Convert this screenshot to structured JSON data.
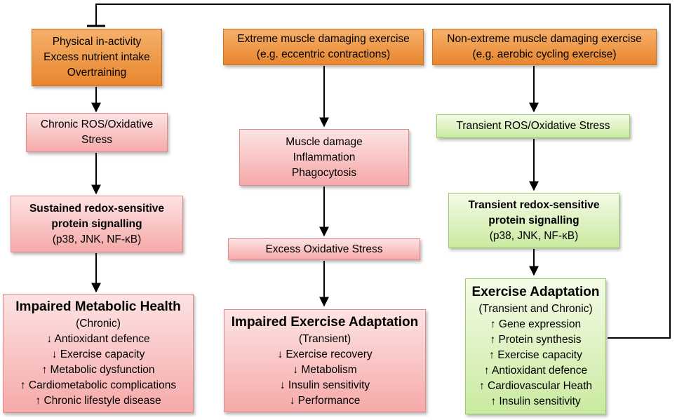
{
  "col1": {
    "causes": [
      "Physical in-activity",
      "Excess nutrient intake",
      "Overtraining"
    ],
    "stress": [
      "Chronic ROS/Oxidative",
      "Stress"
    ],
    "signalling": {
      "lines": [
        "Sustained redox-sensitive",
        "protein signalling"
      ],
      "sub": "(p38, JNK, NF-κB)"
    },
    "outcome": {
      "title": "Impaired Metabolic Health",
      "sub": "(Chronic)",
      "items": [
        "↓ Antioxidant defence",
        "↓ Exercise capacity",
        "↑ Metabolic dysfunction",
        "↑ Cardiometabolic complications",
        "↑ Chronic lifestyle disease"
      ]
    }
  },
  "col2": {
    "cause": [
      "Extreme muscle damaging exercise",
      "(e.g. eccentric contractions)"
    ],
    "damage": [
      "Muscle damage",
      "Inflammation",
      "Phagocytosis"
    ],
    "stress": "Excess Oxidative Stress",
    "outcome": {
      "title": "Impaired Exercise Adaptation",
      "sub": "(Transient)",
      "items": [
        "↓ Exercise recovery",
        "↓ Metabolism",
        "↓ Insulin sensitivity",
        "↓ Performance"
      ]
    }
  },
  "col3": {
    "cause": [
      "Non-extreme muscle damaging exercise",
      "(e.g. aerobic cycling exercise)"
    ],
    "stress": "Transient ROS/Oxidative Stress",
    "signalling": {
      "lines": [
        "Transient redox-sensitive",
        "protein signalling"
      ],
      "sub": "(p38, JNK, NF-κB)"
    },
    "outcome": {
      "title": "Exercise Adaptation",
      "sub": "(Transient and Chronic)",
      "items": [
        "↑ Gene expression",
        "↑ Protein synthesis",
        "↑ Exercise capacity",
        "↑ Antioxidant defence",
        "↑ Cardiovascular Heath",
        "↑ Insulin sensitivity"
      ]
    }
  },
  "colors": {
    "orange": "#e8862e",
    "pink": "#f6a9a9",
    "green": "#c9eaa0",
    "arrow": "#000000"
  }
}
